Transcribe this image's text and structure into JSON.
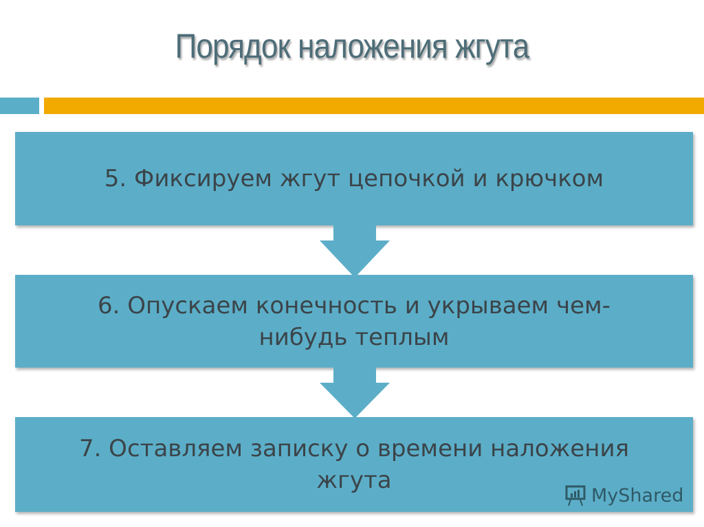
{
  "title": "Порядок наложения жгута",
  "steps": [
    {
      "text": "5. Фиксируем жгут цепочкой и крючком"
    },
    {
      "text": "6. Опускаем конечность и укрываем чем-нибудь теплым"
    },
    {
      "text": "7. Оставляем записку о времени наложения жгута"
    }
  ],
  "watermark": "MyShared",
  "colors": {
    "box": "#5caec8",
    "accent": "#f2a900",
    "title": "#4d6d78"
  }
}
